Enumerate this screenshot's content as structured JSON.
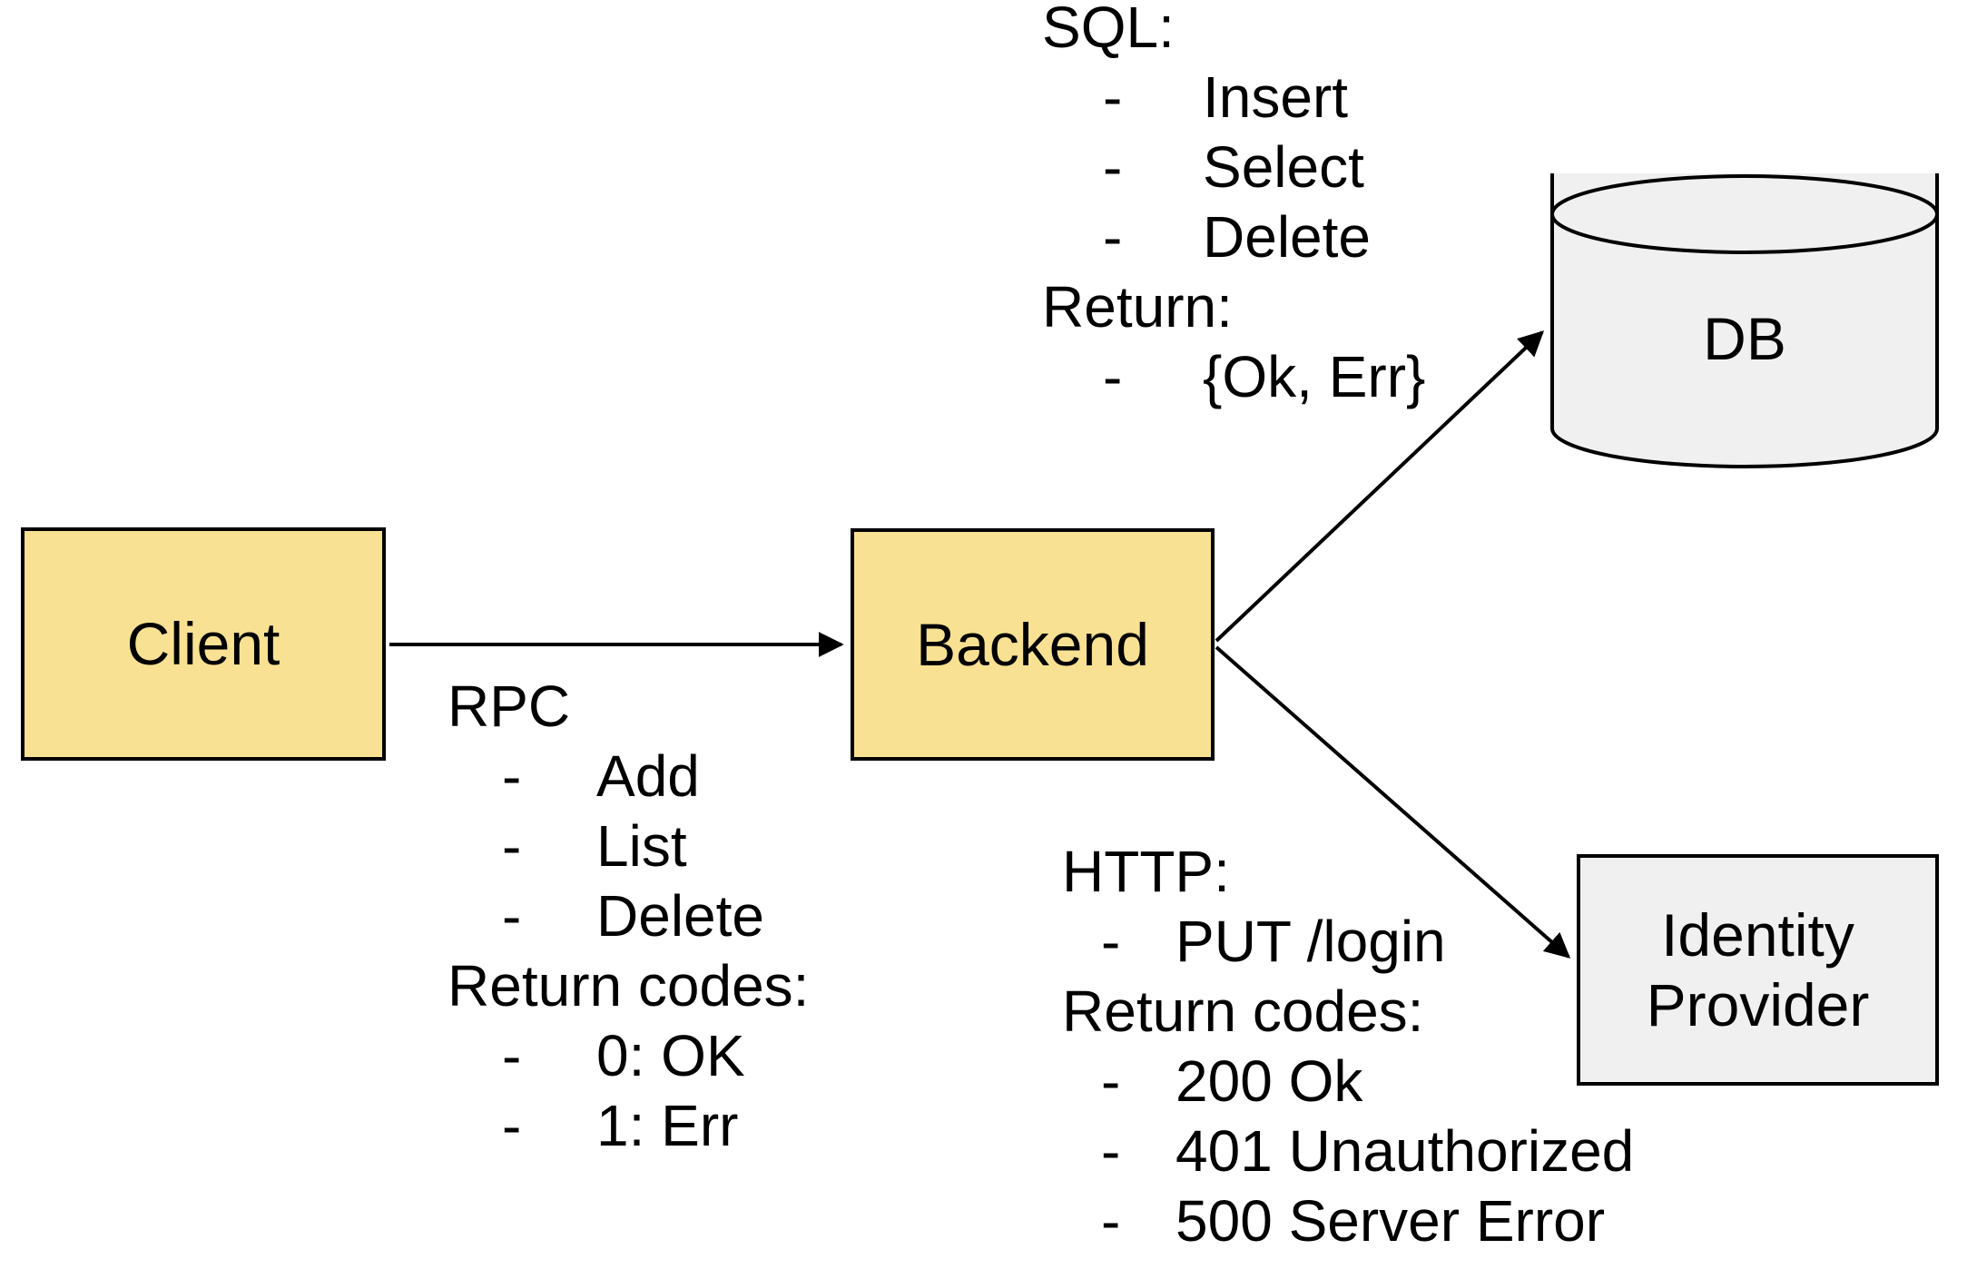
{
  "canvas": {
    "background": "#ffffff"
  },
  "colors": {
    "node_fill_yellow": "#f8e192",
    "node_fill_gray": "#f0f0f0",
    "stroke": "#000000",
    "text": "#000000"
  },
  "glyphs": {
    "dash": "-"
  },
  "nodes": {
    "client": {
      "label": "Client"
    },
    "backend": {
      "label": "Backend"
    },
    "db": {
      "label": "DB"
    },
    "identity_provider": {
      "label": "Identity Provider"
    }
  },
  "annotations": {
    "rpc": {
      "heading": "RPC",
      "items": [
        "Add",
        "List",
        "Delete"
      ],
      "subheading": "Return codes:",
      "subitems": [
        "0: OK",
        "1: Err"
      ]
    },
    "sql": {
      "heading": "SQL:",
      "items": [
        "Insert",
        "Select",
        "Delete"
      ],
      "subheading": "Return:",
      "subitems": [
        "{Ok, Err}"
      ]
    },
    "http": {
      "heading": "HTTP:",
      "items": [
        "PUT /login"
      ],
      "subheading": "Return codes:",
      "subitems": [
        "200 Ok",
        "401 Unauthorized",
        "500 Server Error"
      ]
    }
  }
}
